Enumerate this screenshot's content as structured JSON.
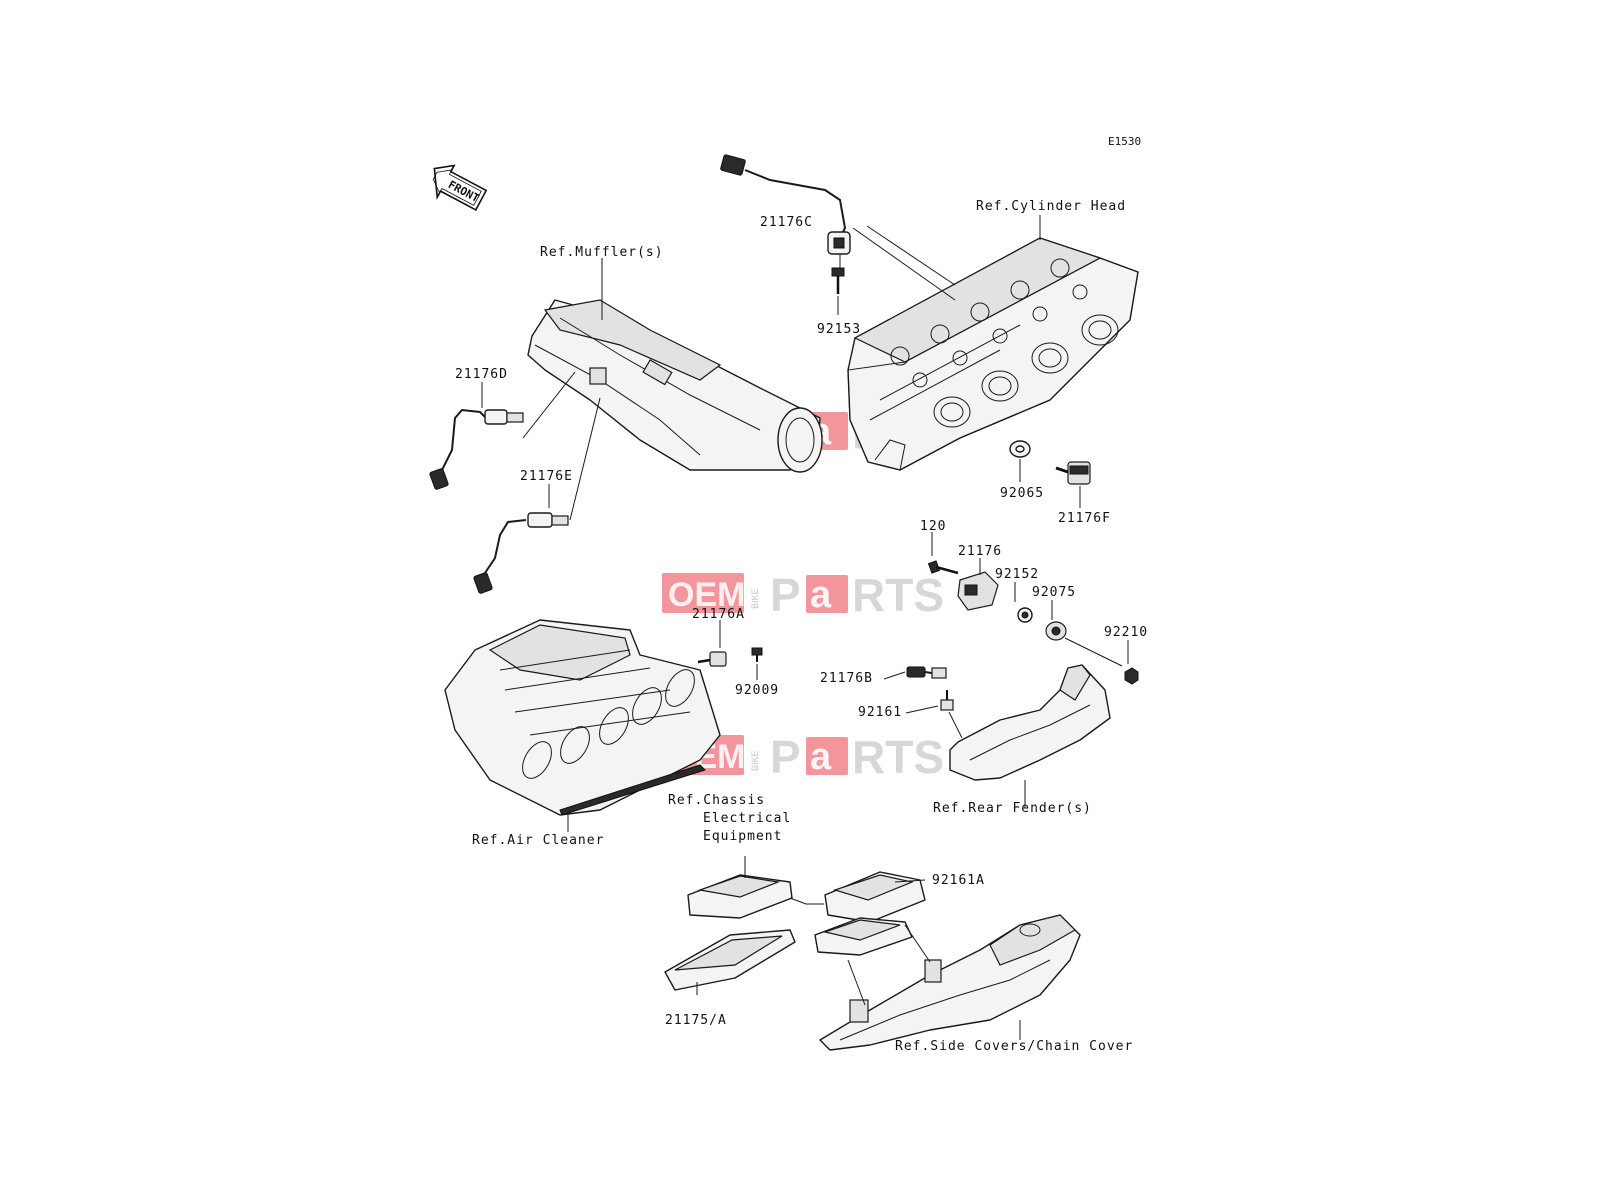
{
  "diagram_code": "E1530",
  "front_arrow": {
    "label": "FRONT",
    "icon": "front-arrow-icon"
  },
  "watermark": {
    "oem": "OEM",
    "bike": "BIKE",
    "p": "P",
    "a": "a",
    "rts": "RTS"
  },
  "part_numbers": {
    "p21176C": "21176C",
    "p92153": "92153",
    "p21176D": "21176D",
    "p21176E": "21176E",
    "p92065": "92065",
    "p21176F": "21176F",
    "p120": "120",
    "p21176": "21176",
    "p92152": "92152",
    "p92075": "92075",
    "p92210": "92210",
    "p21176A": "21176A",
    "p92009": "92009",
    "p21176B": "21176B",
    "p92161": "92161",
    "p92161A": "92161A",
    "p21175A": "21175/A"
  },
  "references": {
    "cylinder_head": "Ref.Cylinder Head",
    "muffler": "Ref.Muffler(s)",
    "air_cleaner": "Ref.Air Cleaner",
    "rear_fender": "Ref.Rear Fender(s)",
    "chassis_line1": "Ref.Chassis",
    "chassis_line2": "Electrical",
    "chassis_line3": "Equipment",
    "side_covers": "Ref.Side Covers/Chain Cover"
  }
}
